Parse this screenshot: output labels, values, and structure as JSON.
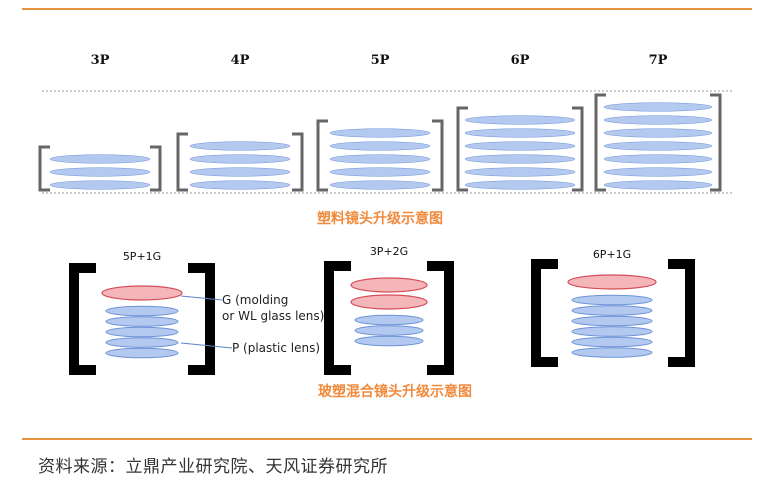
{
  "colors": {
    "accent": "#e8943a",
    "caption": "#f08a3c",
    "plastic_lens_fill": "#b3c9ef",
    "plastic_lens_stroke": "#6d93d8",
    "glass_lens_fill": "#f4b6b8",
    "glass_lens_stroke": "#d44d57",
    "bracket_light": "#666666",
    "bracket_dark": "#000000"
  },
  "plastic_upgrade": {
    "caption": "塑料镜头升级示意图",
    "modules": [
      {
        "label": "3P",
        "plastic": 3
      },
      {
        "label": "4P",
        "plastic": 4
      },
      {
        "label": "5P",
        "plastic": 5
      },
      {
        "label": "6P",
        "plastic": 6
      },
      {
        "label": "7P",
        "plastic": 7
      }
    ]
  },
  "hybrid_upgrade": {
    "caption": "玻塑混合镜头升级示意图",
    "modules": [
      {
        "label": "5P+1G",
        "glass": 1,
        "plastic": 5
      },
      {
        "label": "3P+2G",
        "glass": 2,
        "plastic": 3
      },
      {
        "label": "6P+1G",
        "glass": 1,
        "plastic": 6
      }
    ],
    "annotations": {
      "glass_line1": "G (molding",
      "glass_line2": "or WL glass lens)",
      "plastic": "P (plastic lens)"
    }
  },
  "source": "资料来源：立鼎产业研究院、天风证券研究所"
}
